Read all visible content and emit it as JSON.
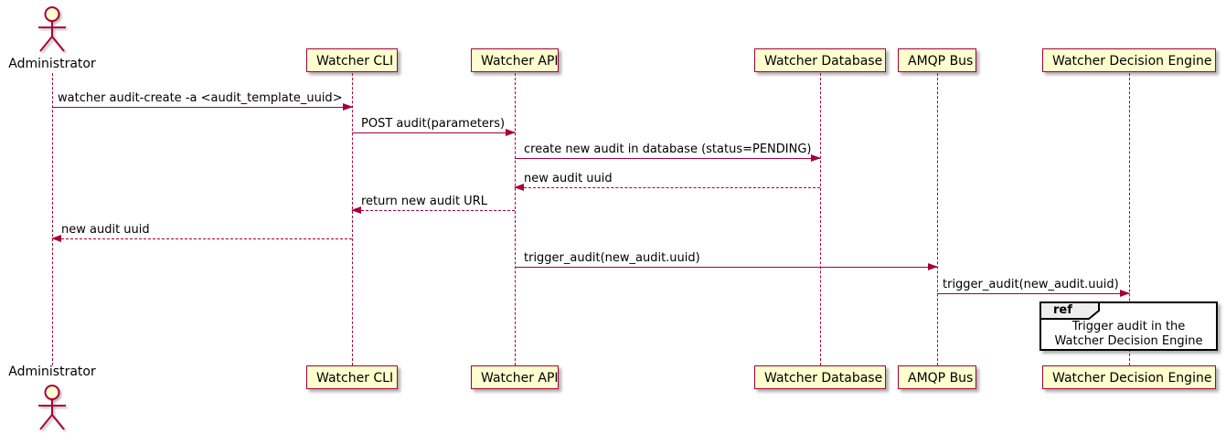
{
  "diagram": {
    "type": "uml-sequence",
    "actor": {
      "name": "Administrator"
    },
    "participants": [
      {
        "name": "Watcher CLI"
      },
      {
        "name": "Watcher API"
      },
      {
        "name": "Watcher Database"
      },
      {
        "name": "AMQP Bus"
      },
      {
        "name": "Watcher Decision Engine"
      }
    ],
    "messages": [
      {
        "from": "Administrator",
        "to": "Watcher CLI",
        "label": "watcher audit-create -a <audit_template_uuid>",
        "style": "solid"
      },
      {
        "from": "Watcher CLI",
        "to": "Watcher API",
        "label": "POST audit(parameters)",
        "style": "solid"
      },
      {
        "from": "Watcher API",
        "to": "Watcher Database",
        "label": "create new audit in database (status=PENDING)",
        "style": "solid"
      },
      {
        "from": "Watcher Database",
        "to": "Watcher API",
        "label": "new audit uuid",
        "style": "dashed"
      },
      {
        "from": "Watcher API",
        "to": "Watcher CLI",
        "label": "return new audit URL",
        "style": "dashed"
      },
      {
        "from": "Watcher CLI",
        "to": "Administrator",
        "label": "new audit uuid",
        "style": "dashed"
      },
      {
        "from": "Watcher API",
        "to": "AMQP Bus",
        "label": "trigger_audit(new_audit.uuid)",
        "style": "solid"
      },
      {
        "from": "AMQP Bus",
        "to": "Watcher Decision Engine",
        "label": "trigger_audit(new_audit.uuid)",
        "style": "solid"
      }
    ],
    "ref": {
      "keyword": "ref",
      "over": "Watcher Decision Engine",
      "line1": "Trigger audit in the",
      "line2": "Watcher Decision Engine"
    },
    "colors": {
      "participant_fill": "#FEFECE",
      "participant_border": "#A80036",
      "line_color": "#A80036",
      "text_color": "#000000",
      "ref_border": "#000000",
      "ref_tab_fill": "#EEEEEE"
    }
  }
}
